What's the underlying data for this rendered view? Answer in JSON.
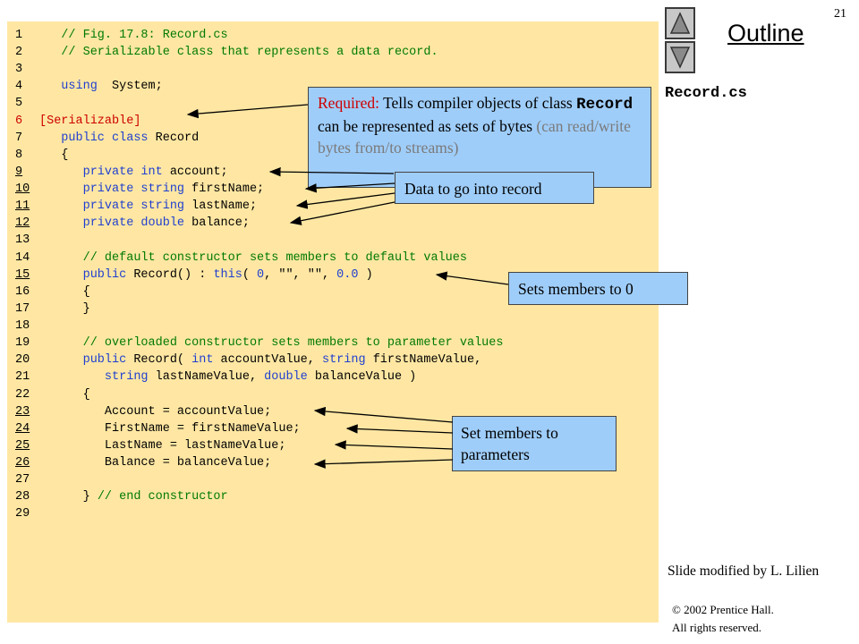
{
  "slide_number": "21",
  "outline_label": "Outline",
  "filename": "Record.cs",
  "code_lines": [
    {
      "n": "1",
      "u": false,
      "parts": [
        [
          "cm",
          "   // Fig. 17.8: Record.cs"
        ]
      ]
    },
    {
      "n": "2",
      "u": false,
      "parts": [
        [
          "cm",
          "   // Serializable class that represents a data record."
        ]
      ]
    },
    {
      "n": "3",
      "u": false,
      "parts": []
    },
    {
      "n": "4",
      "u": false,
      "parts": [
        [
          "kw",
          "   using"
        ],
        [
          "",
          "  System;"
        ]
      ]
    },
    {
      "n": "5",
      "u": false,
      "parts": []
    },
    {
      "n": "6",
      "u": false,
      "red": true,
      "parts": [
        [
          "red",
          "[Serializable]"
        ]
      ]
    },
    {
      "n": "7",
      "u": false,
      "parts": [
        [
          "kw",
          "   public class"
        ],
        [
          "",
          " Record"
        ]
      ]
    },
    {
      "n": "8",
      "u": false,
      "parts": [
        [
          "",
          "   {"
        ]
      ]
    },
    {
      "n": "9",
      "u": true,
      "parts": [
        [
          "kw",
          "      private int"
        ],
        [
          "",
          " account;"
        ]
      ]
    },
    {
      "n": "10",
      "u": true,
      "parts": [
        [
          "kw",
          "      private string"
        ],
        [
          "",
          " firstName;"
        ]
      ]
    },
    {
      "n": "11",
      "u": true,
      "parts": [
        [
          "kw",
          "      private string"
        ],
        [
          "",
          " lastName;"
        ]
      ]
    },
    {
      "n": "12",
      "u": true,
      "parts": [
        [
          "kw",
          "      private double"
        ],
        [
          "",
          " balance;"
        ]
      ]
    },
    {
      "n": "13",
      "u": false,
      "parts": []
    },
    {
      "n": "14",
      "u": false,
      "parts": [
        [
          "cm",
          "      // default constructor sets members to default values"
        ]
      ]
    },
    {
      "n": "15",
      "u": true,
      "parts": [
        [
          "kw",
          "      public"
        ],
        [
          "",
          " Record() : "
        ],
        [
          "kw",
          "this"
        ],
        [
          "",
          "( "
        ],
        [
          "num",
          "0"
        ],
        [
          "",
          ", \"\", \"\", "
        ],
        [
          "num",
          "0.0"
        ],
        [
          "",
          " )"
        ]
      ]
    },
    {
      "n": "16",
      "u": false,
      "parts": [
        [
          "",
          "      {"
        ]
      ]
    },
    {
      "n": "17",
      "u": false,
      "parts": [
        [
          "",
          "      }"
        ]
      ]
    },
    {
      "n": "18",
      "u": false,
      "parts": []
    },
    {
      "n": "19",
      "u": false,
      "parts": [
        [
          "cm",
          "      // overloaded constructor sets members to parameter values"
        ]
      ]
    },
    {
      "n": "20",
      "u": false,
      "parts": [
        [
          "kw",
          "      public"
        ],
        [
          "",
          " Record( "
        ],
        [
          "kw",
          "int"
        ],
        [
          "",
          " accountValue, "
        ],
        [
          "kw",
          "string"
        ],
        [
          "",
          " firstNameValue,"
        ]
      ]
    },
    {
      "n": "21",
      "u": false,
      "parts": [
        [
          "kw",
          "         string"
        ],
        [
          "",
          " lastNameValue, "
        ],
        [
          "kw",
          "double"
        ],
        [
          "",
          " balanceValue )"
        ]
      ]
    },
    {
      "n": "22",
      "u": false,
      "parts": [
        [
          "",
          "      {"
        ]
      ]
    },
    {
      "n": "23",
      "u": true,
      "parts": [
        [
          "",
          "         Account = accountValue;"
        ]
      ]
    },
    {
      "n": "24",
      "u": true,
      "parts": [
        [
          "",
          "         FirstName = firstNameValue;"
        ]
      ]
    },
    {
      "n": "25",
      "u": true,
      "parts": [
        [
          "",
          "         LastName = lastNameValue;"
        ]
      ]
    },
    {
      "n": "26",
      "u": true,
      "parts": [
        [
          "",
          "         Balance = balanceValue;"
        ]
      ]
    },
    {
      "n": "27",
      "u": false,
      "parts": []
    },
    {
      "n": "28",
      "u": false,
      "parts": [
        [
          "",
          "      } "
        ],
        [
          "cm",
          "// end constructor"
        ]
      ]
    },
    {
      "n": "29",
      "u": false,
      "parts": []
    }
  ],
  "callouts": {
    "serializable": {
      "label": "Required:",
      "text1": " Tells compiler objects of class ",
      "mono": "Record",
      "text2": " can be represented as sets of bytes ",
      "gray": "(can read/write bytes from/to streams)"
    },
    "data": "Data to go into record",
    "sets_zero": "Sets members to 0",
    "set_params": "Set members to parameters"
  },
  "footer": {
    "modified": "Slide modified by L. Lilien",
    "copyright_line1": "© 2002 Prentice Hall.",
    "copyright_line2": "All rights reserved."
  },
  "colors": {
    "code_bg": "#ffe7a3",
    "callout_bg": "#9fcdf9",
    "keyword": "#1f3fd0",
    "comment": "#007a00",
    "attribute": "#cc0000"
  },
  "icons": {
    "up": "triangle-up-icon",
    "down": "triangle-down-icon"
  }
}
